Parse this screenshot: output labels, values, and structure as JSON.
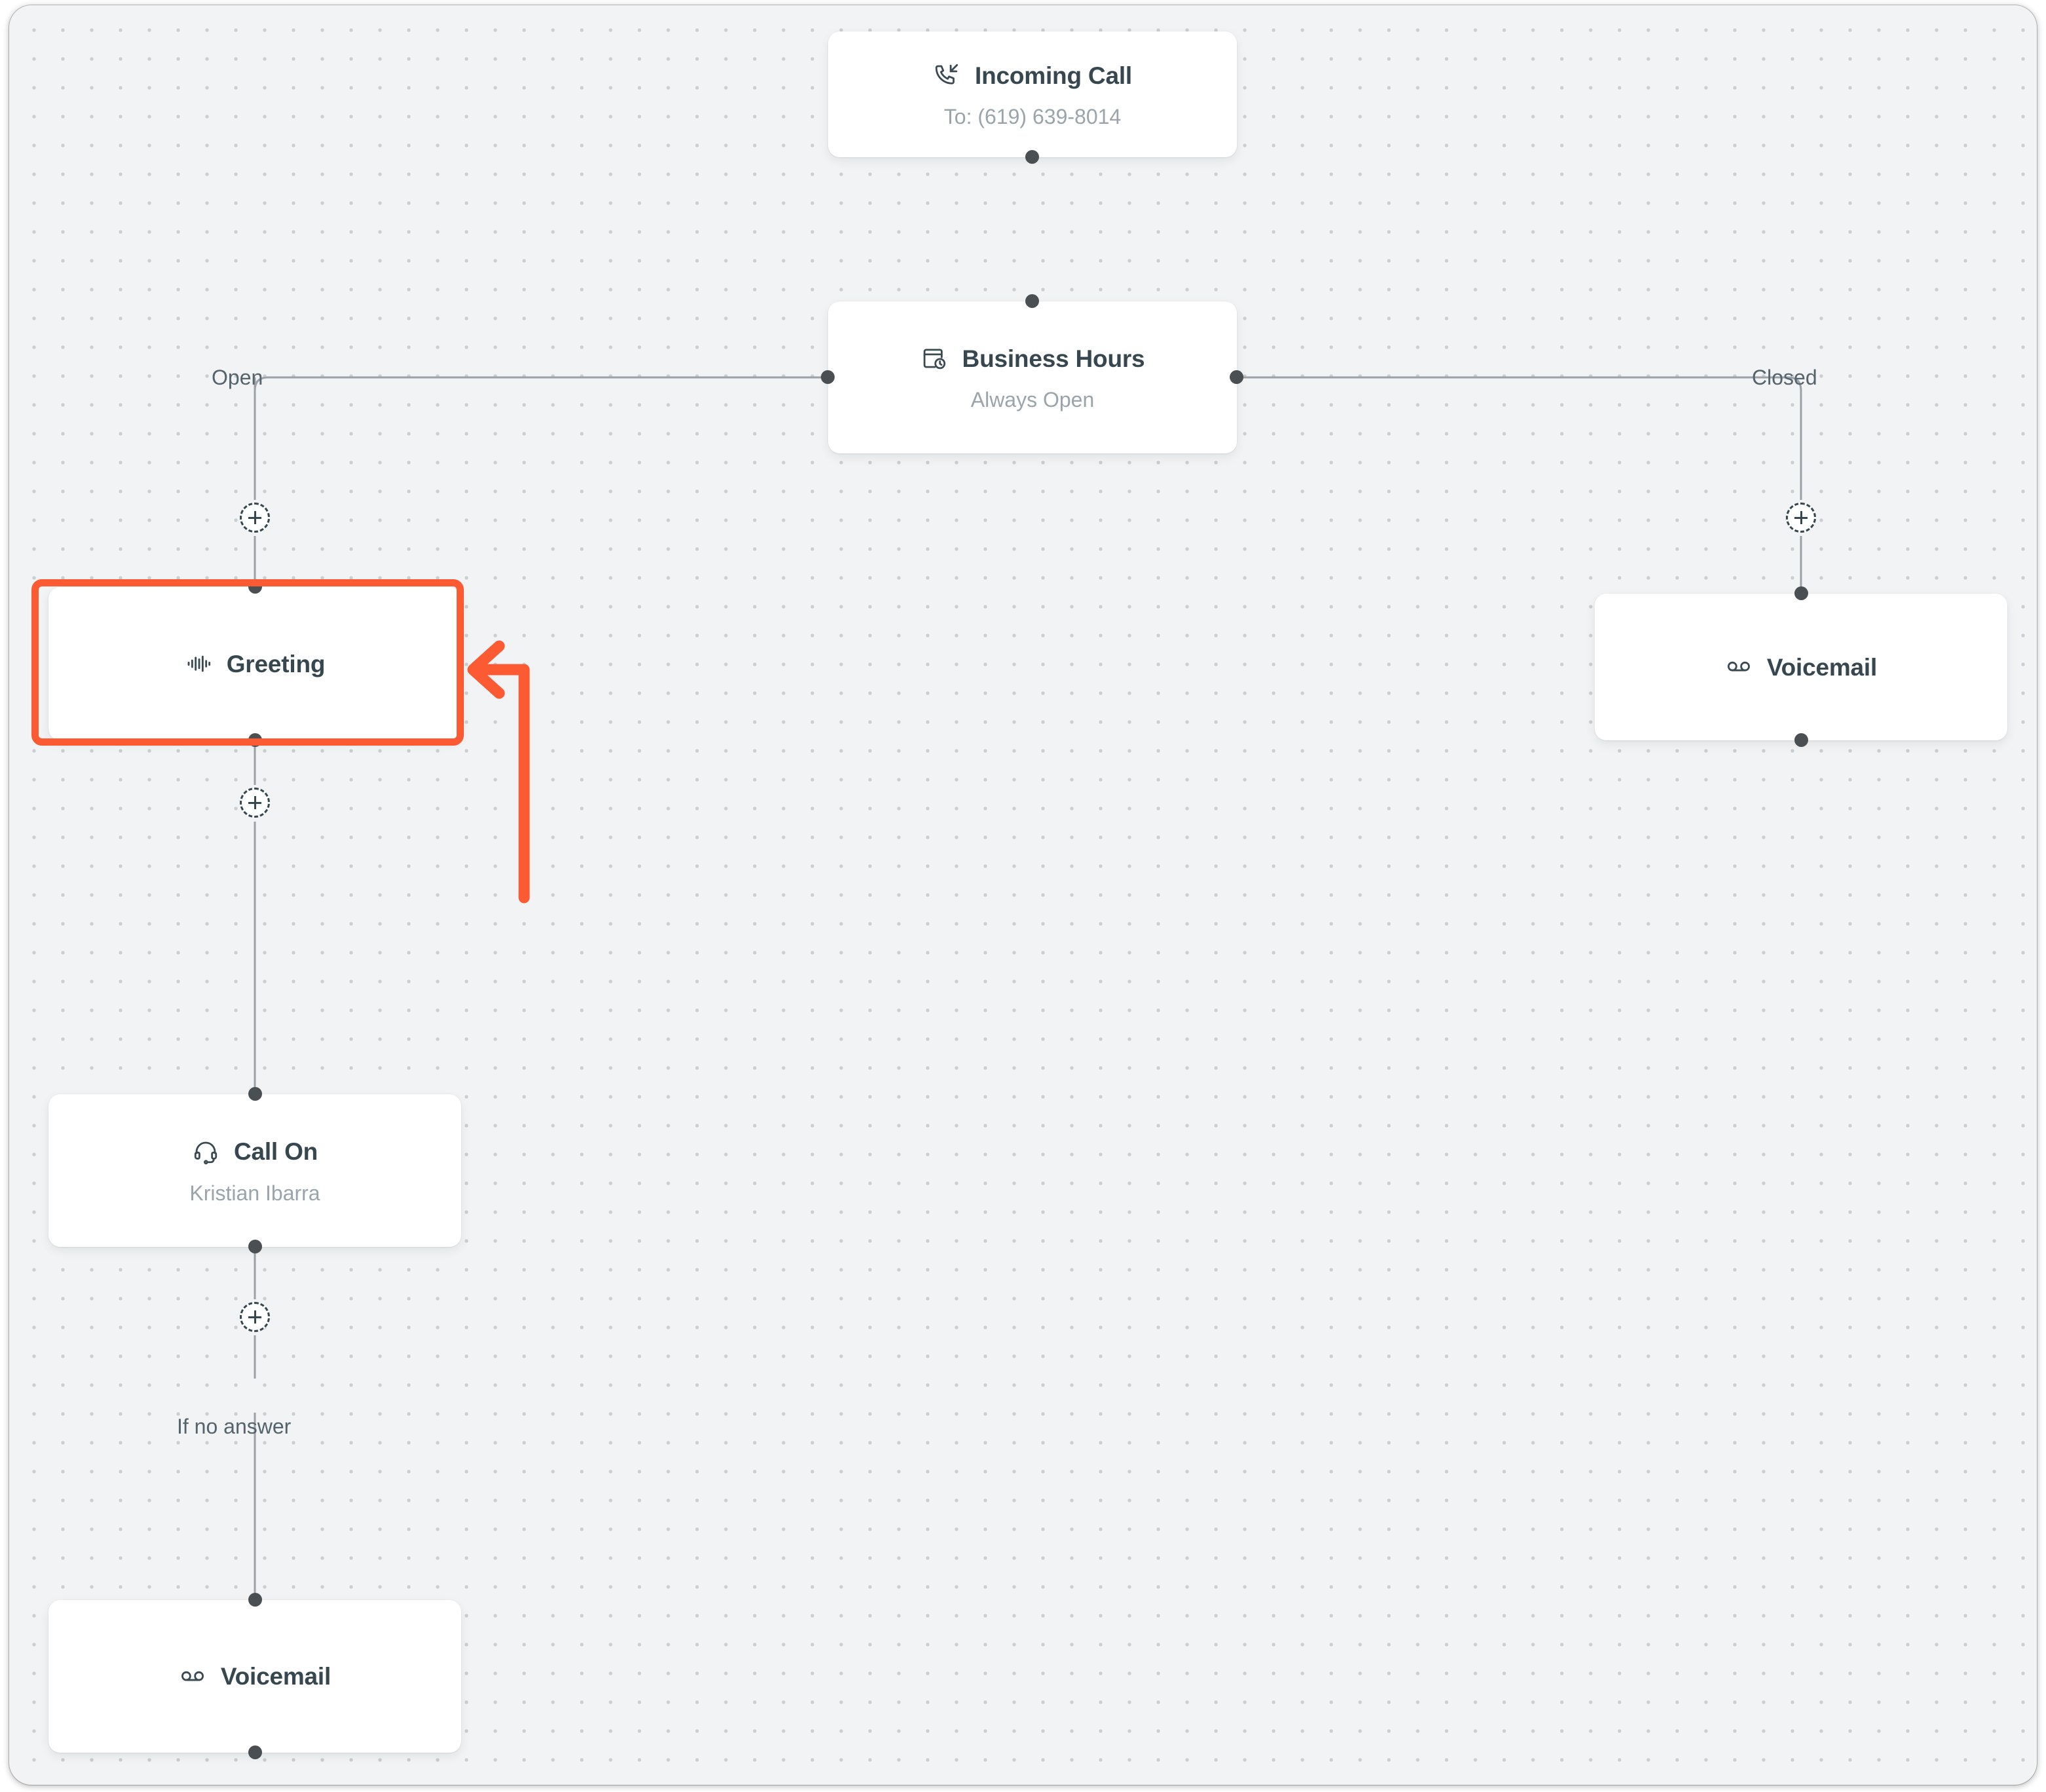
{
  "canvas": {
    "background_color": "#f1f3f4",
    "grid_dot_color": "#c9ced2"
  },
  "theme": {
    "title_color": "#36474f",
    "subtitle_color": "#9aa5ab",
    "edge_color": "#9aa2a8",
    "port_color": "#4a4f53",
    "annotation_color": "#fb5a33"
  },
  "flow": {
    "nodes": [
      {
        "id": "incoming-call",
        "icon": "incoming-call-icon",
        "title": "Incoming Call",
        "subtitle": "To: (619) 639-8014"
      },
      {
        "id": "business-hours",
        "icon": "calendar-clock-icon",
        "title": "Business Hours",
        "subtitle": "Always Open"
      },
      {
        "id": "greeting",
        "icon": "audio-waveform-icon",
        "title": "Greeting",
        "subtitle": ""
      },
      {
        "id": "voicemail-closed",
        "icon": "voicemail-icon",
        "title": "Voicemail",
        "subtitle": ""
      },
      {
        "id": "call-on",
        "icon": "headset-icon",
        "title": "Call On",
        "subtitle": "Kristian Ibarra"
      },
      {
        "id": "voicemail-no-answer",
        "icon": "voicemail-icon",
        "title": "Voicemail",
        "subtitle": ""
      }
    ],
    "edge_labels": [
      {
        "id": "open",
        "text": "Open"
      },
      {
        "id": "closed",
        "text": "Closed"
      },
      {
        "id": "if-no-answer",
        "text": "If no answer"
      }
    ],
    "add_buttons": [
      {
        "id": "add-open-branch",
        "label": "+"
      },
      {
        "id": "add-after-greeting",
        "label": "+"
      },
      {
        "id": "add-closed-branch",
        "label": "+"
      },
      {
        "id": "add-after-call-on",
        "label": "+"
      }
    ]
  }
}
